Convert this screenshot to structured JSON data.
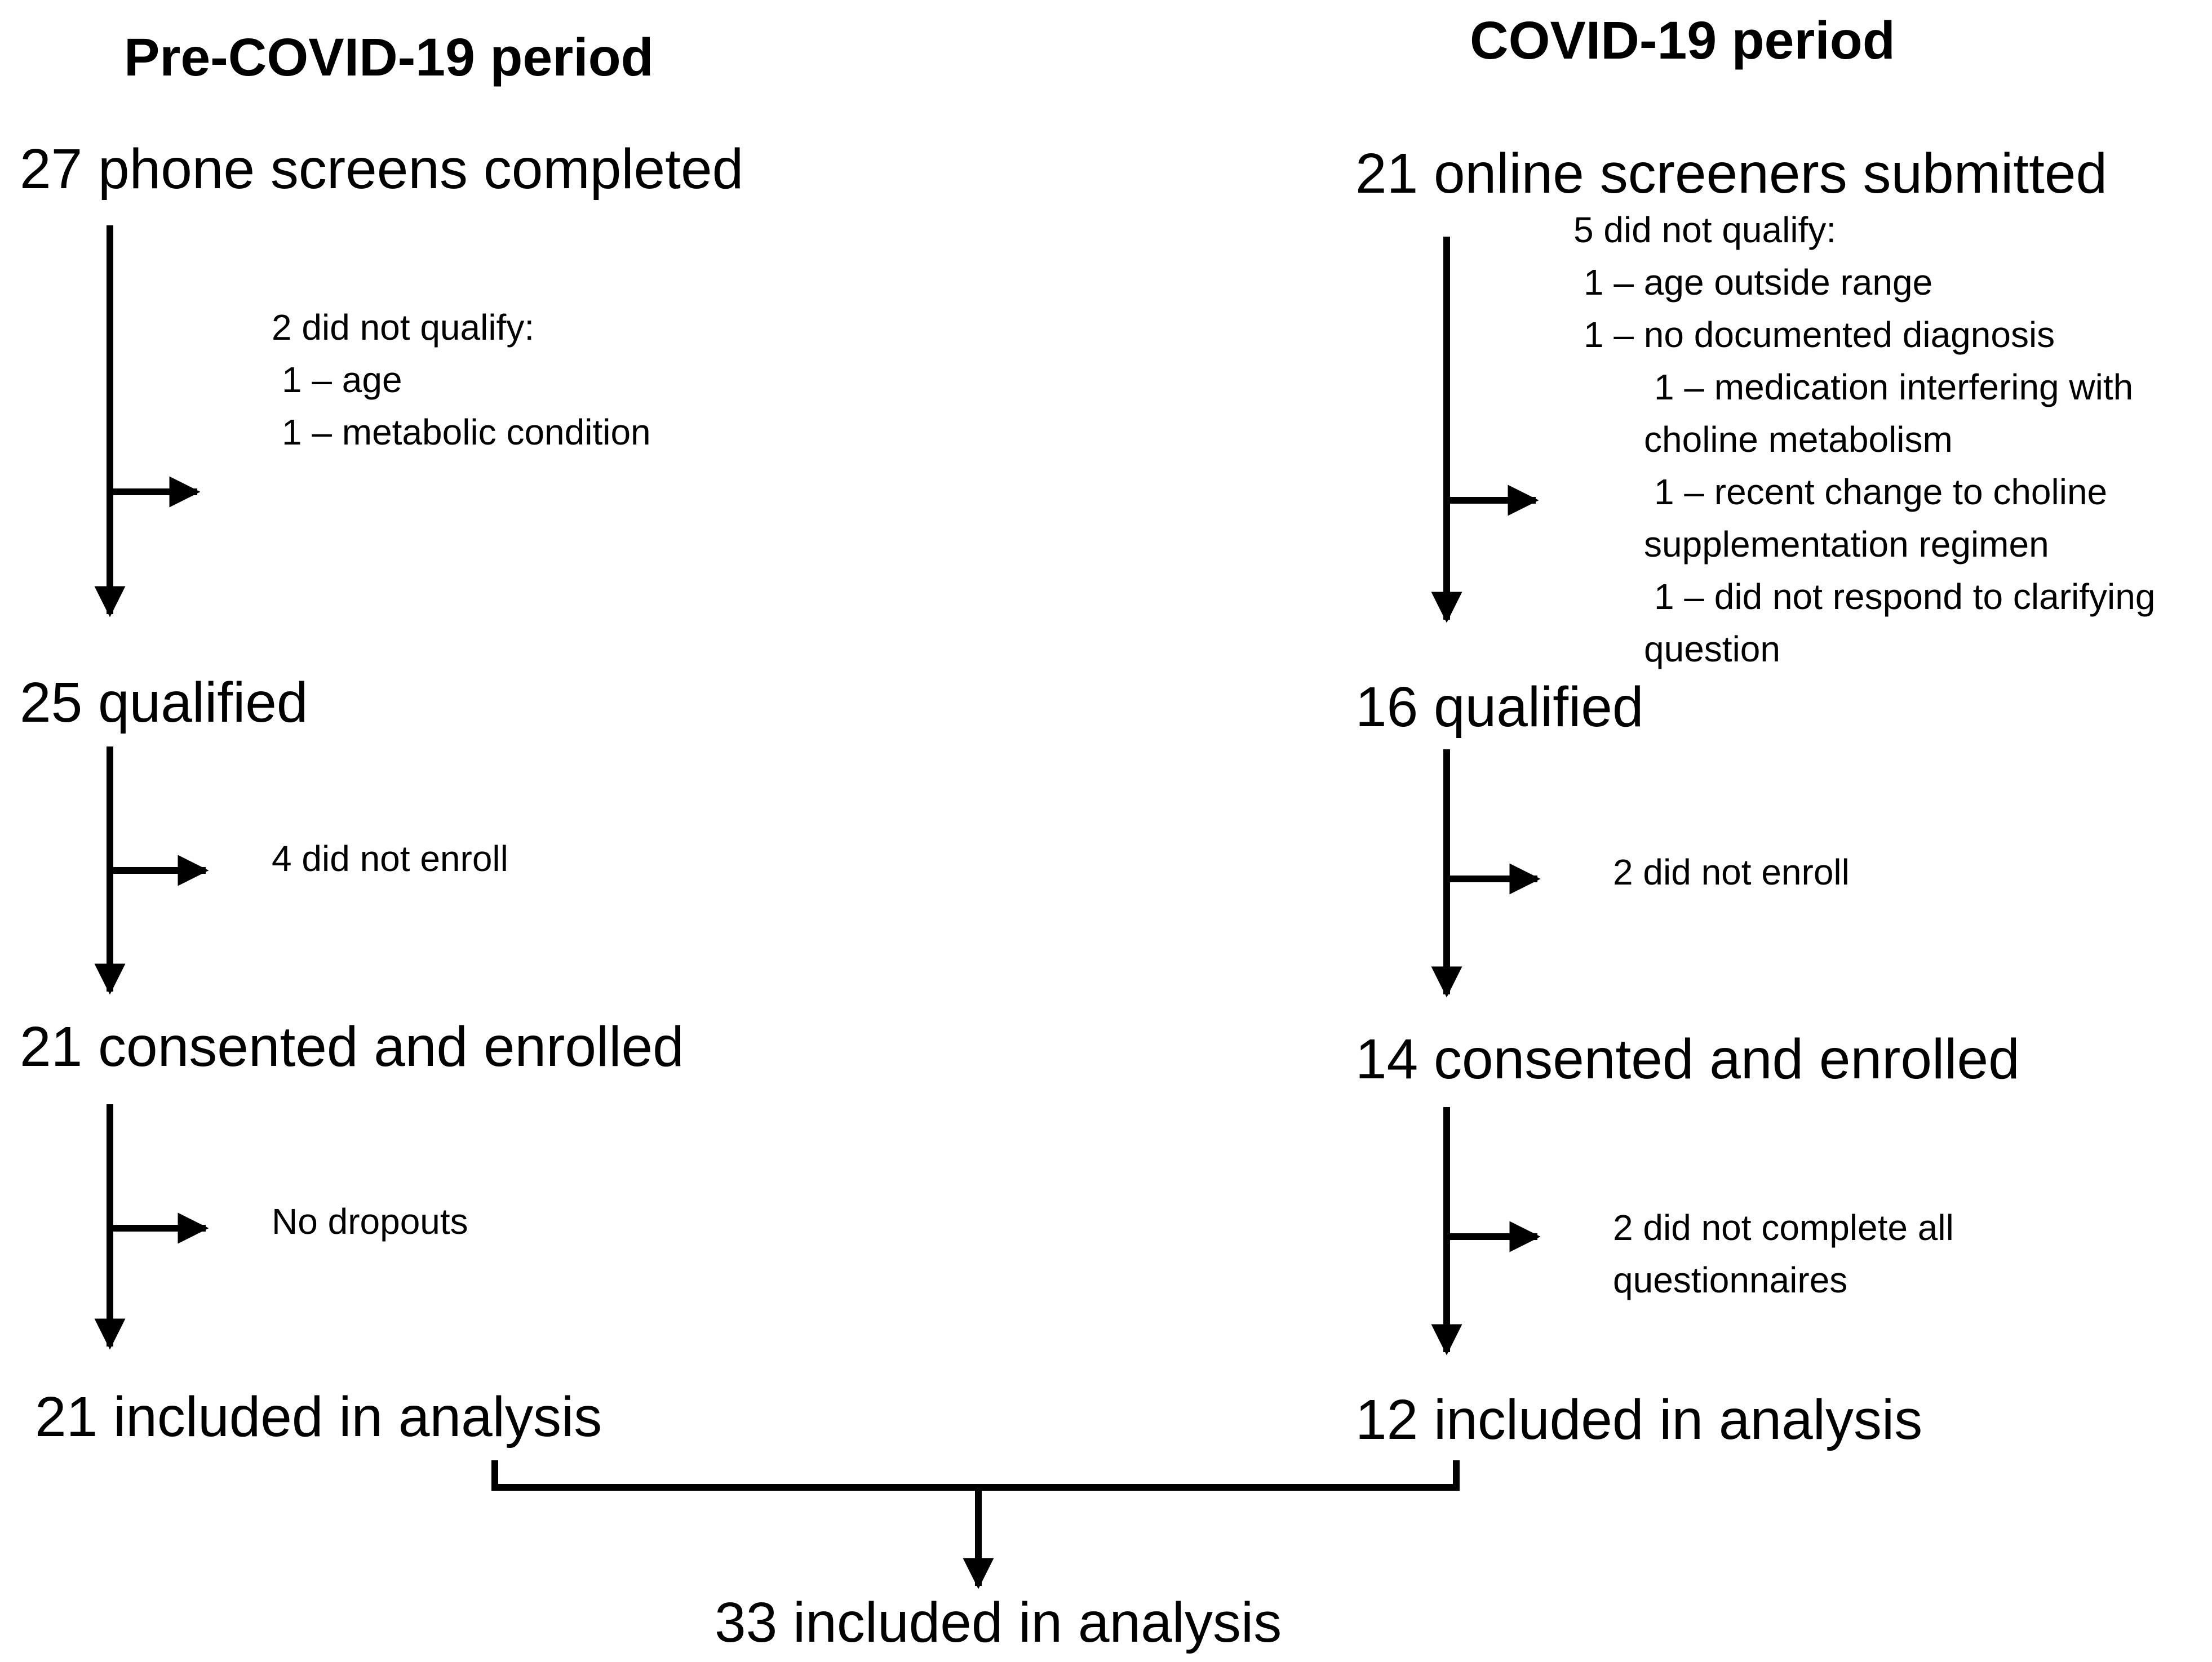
{
  "pre_covid": {
    "header": "Pre-COVID-19 period",
    "screened": "27 phone screens completed",
    "excluded_1": {
      "lines": [
        "2 did not qualify:",
        " 1 – age",
        " 1 – metabolic condition"
      ]
    },
    "qualified": "25 qualified",
    "excluded_2": "4 did not enroll",
    "enrolled": "21 consented and enrolled",
    "excluded_3": "No dropouts",
    "analyzed": "21 included in analysis"
  },
  "covid": {
    "header": "COVID-19 period",
    "screened": "21 online screeners submitted",
    "excluded_1": {
      "lines": [
        "5 did not qualify:",
        " 1 – age outside range",
        " 1 – no documented diagnosis",
        " 1 – medication interfering with",
        "choline metabolism",
        " 1 – recent change to choline",
        "supplementation regimen",
        " 1 – did not respond to clarifying",
        "question"
      ]
    },
    "qualified": "16 qualified",
    "excluded_2": "2 did not enroll",
    "enrolled": "14 consented and enrolled",
    "excluded_3": {
      "lines": [
        "2 did not complete all",
        "questionnaires"
      ]
    },
    "analyzed": "12 included in analysis"
  },
  "combined": {
    "analyzed": "33 included in analysis"
  }
}
